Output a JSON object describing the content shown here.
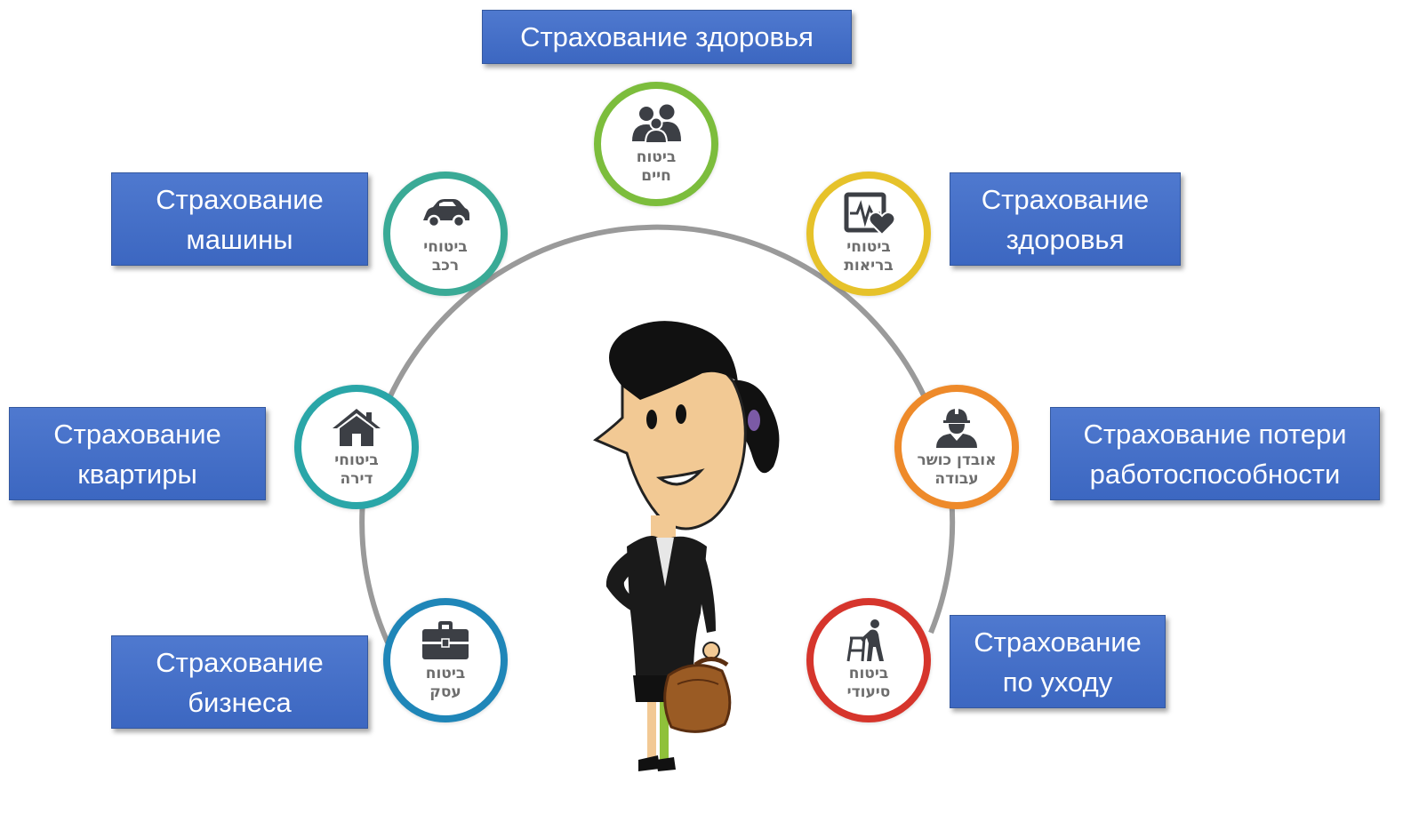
{
  "labels": {
    "top": [
      "Страхование здоровья"
    ],
    "car": [
      "Страхование",
      "машины"
    ],
    "apartment": [
      "Страхование",
      "квартиры"
    ],
    "business": [
      "Страхование",
      "бизнеса"
    ],
    "health": [
      "Страхование",
      "здоровья"
    ],
    "disability": [
      "Страхование потери",
      "работоспособности"
    ],
    "care": [
      "Страхование",
      "по уходу"
    ]
  },
  "nodes": {
    "life": {
      "lines": [
        "ביטוח",
        "חיים"
      ],
      "icon": "family-icon",
      "color": "#7cbd3c"
    },
    "car": {
      "lines": [
        "ביטוחי",
        "רכב"
      ],
      "icon": "car-icon",
      "color": "#3aaa96"
    },
    "apartment": {
      "lines": [
        "ביטוחי",
        "דירה"
      ],
      "icon": "house-icon",
      "color": "#2aa6a8"
    },
    "business": {
      "lines": [
        "ביטוח",
        "עסק"
      ],
      "icon": "briefcase-icon",
      "color": "#1f86b8"
    },
    "health": {
      "lines": [
        "ביטוחי",
        "בריאות"
      ],
      "icon": "health-monitor-icon",
      "color": "#e6c22a"
    },
    "disability": {
      "lines": [
        "אובדן כושר",
        "עבודה"
      ],
      "icon": "worker-icon",
      "color": "#ee8a2a"
    },
    "care": {
      "lines": [
        "ביטוח",
        "סיעודי"
      ],
      "icon": "walker-icon",
      "color": "#d6352c"
    }
  },
  "colors": {
    "label_box": "#4572c8",
    "ring_line": "#9a9a9a",
    "icon": "#3c3f45",
    "hebrew_text": "#6e6e6e"
  }
}
